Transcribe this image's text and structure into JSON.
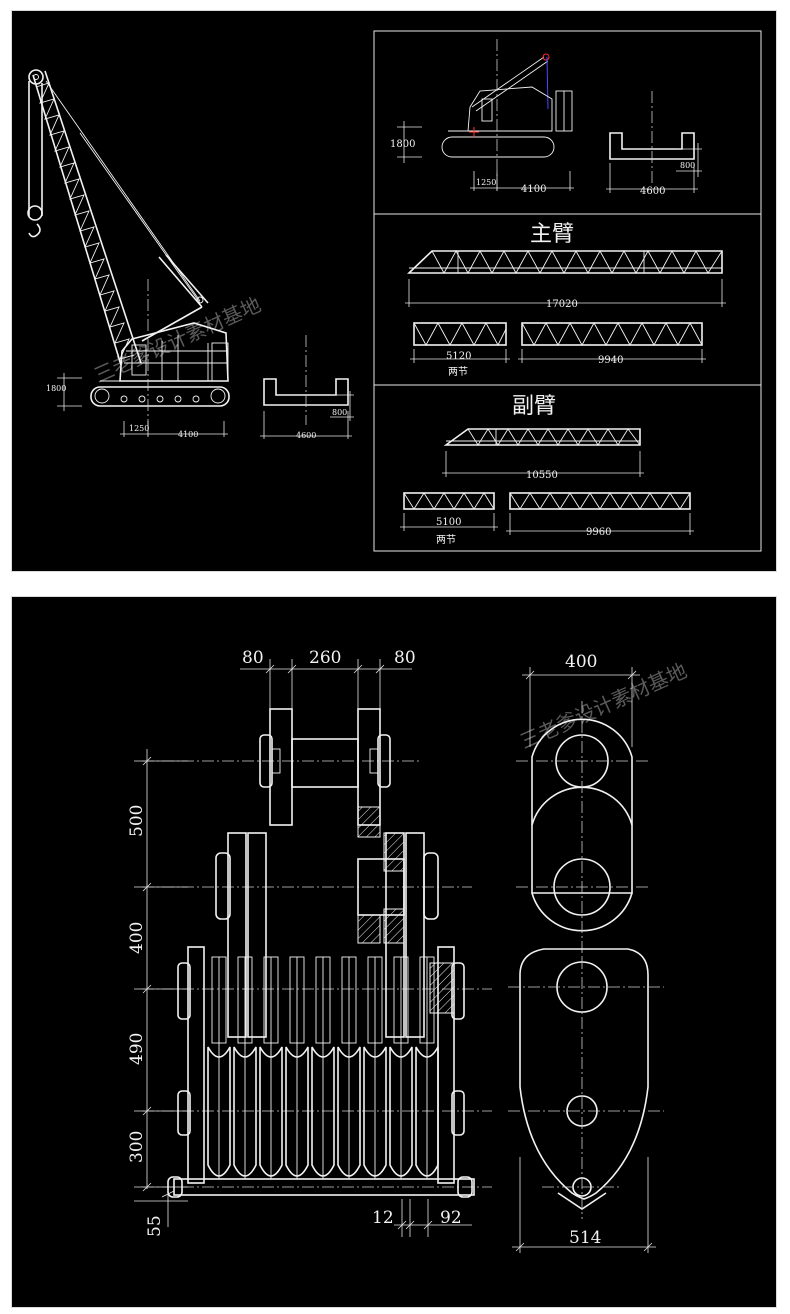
{
  "top_panel": {
    "crane_dims": {
      "height": "1800",
      "track_front": "1250",
      "track_length": "4100",
      "base_width": "4600",
      "base_depth": "800"
    },
    "inset_dims": {
      "height": "1800",
      "track_front": "1250",
      "track_length": "4100",
      "base_width": "4600",
      "base_depth": "800"
    },
    "main_boom": {
      "title": "主臂",
      "overall": "17020",
      "section_a": "5120",
      "section_a_note": "两节",
      "section_b": "9940"
    },
    "jib": {
      "title": "副臂",
      "overall": "10550",
      "section_a": "5100",
      "section_a_note": "两节",
      "section_b": "9960"
    },
    "watermark": "三老爹设计素材基地"
  },
  "bottom_panel": {
    "front_view": {
      "top_left": "80",
      "top_mid": "260",
      "top_right": "80",
      "v1": "500",
      "v2": "400",
      "v3": "490",
      "v4": "300",
      "bottom_left": "55",
      "bottom_mid": "12",
      "bottom_right": "92"
    },
    "side_view": {
      "top": "400",
      "bottom": "514"
    },
    "watermark": "三老爹设计素材基地"
  }
}
